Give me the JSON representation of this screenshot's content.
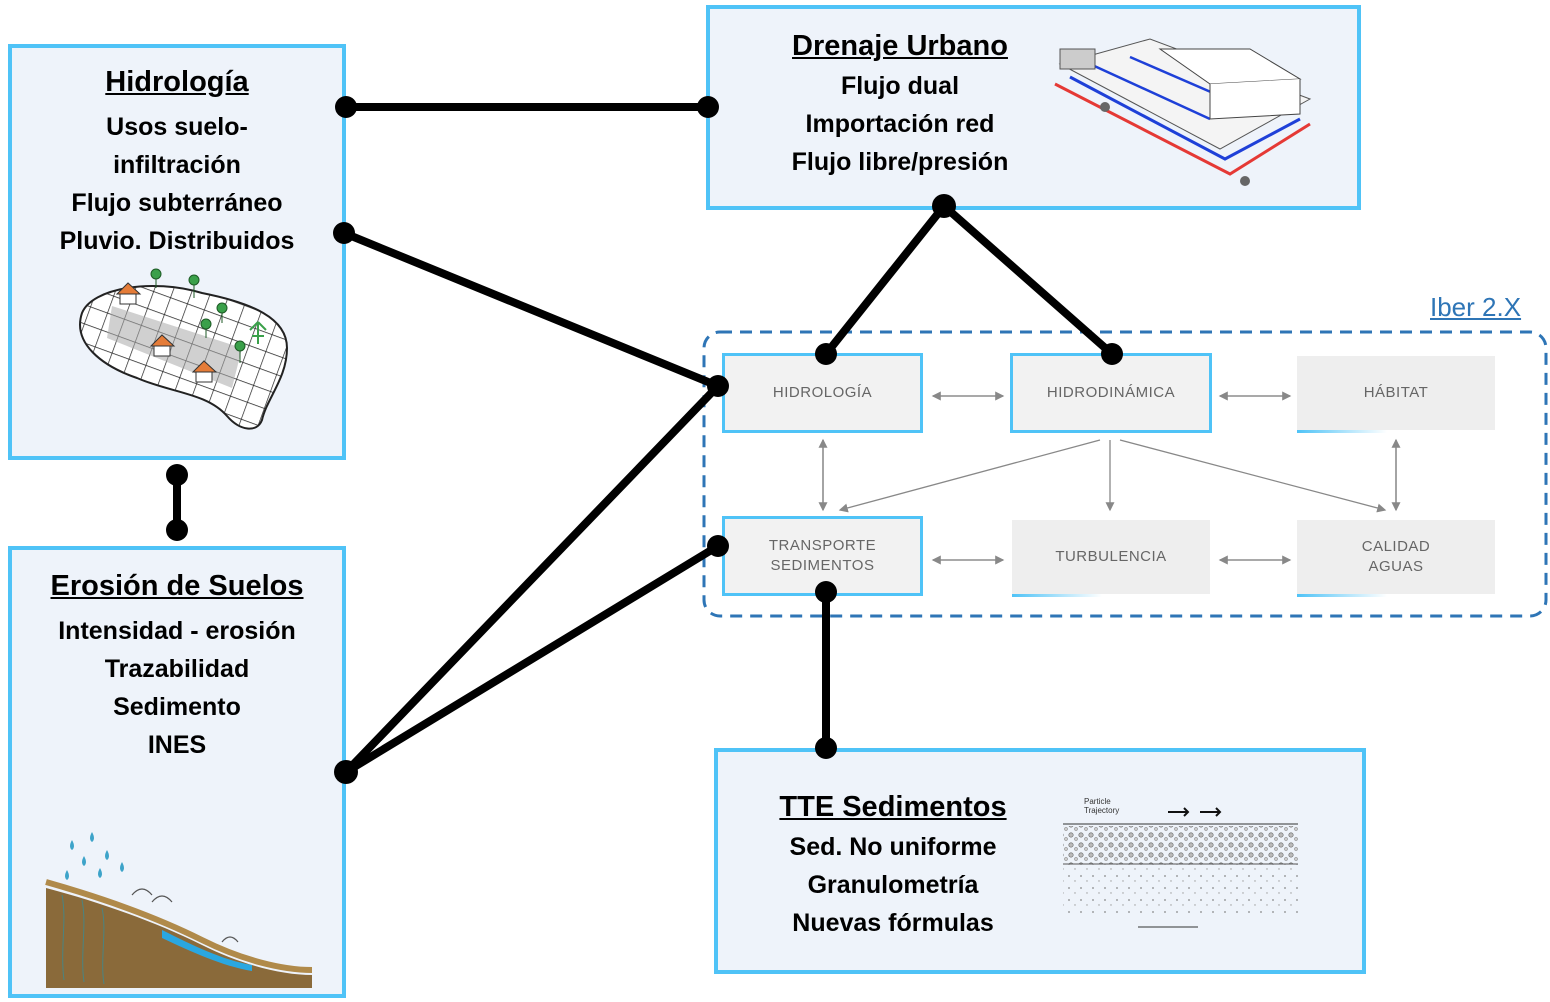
{
  "hidrologia": {
    "title": " Hidrología",
    "lines": [
      "Usos suelo-",
      "infiltración",
      "Flujo subterráneo",
      "Pluvio. Distribuidos"
    ]
  },
  "drenaje": {
    "title": "Drenaje Urbano",
    "lines": [
      "Flujo dual",
      "Importación red",
      "Flujo libre/presión"
    ]
  },
  "erosion": {
    "title": "Erosión de Suelos",
    "lines": [
      "Intensidad - erosión",
      "Trazabilidad",
      "Sedimento",
      "INES"
    ]
  },
  "tte": {
    "title": "TTE Sedimentos",
    "lines": [
      "Sed. No uniforme",
      "Granulometría",
      "Nuevas fórmulas"
    ]
  },
  "iber": {
    "label": "Iber 2.X",
    "nodes": {
      "hidrologia": "HIDROLOGÍA",
      "hidrodinamica": "HIDRODINÁMICA",
      "habitat": "HÁBITAT",
      "transporte_1": "TRANSPORTE",
      "transporte_2": "SEDIMENTOS",
      "turbulencia": "TURBULENCIA",
      "calidad_1": "CALIDAD",
      "calidad_2": "AGUAS"
    }
  },
  "tte_figure": {
    "particle_label": "Particle",
    "trajectory_label": "Trajectory"
  },
  "colors": {
    "panel_border": "#4fc3f7",
    "iber_dashed": "#2e75b6",
    "connector": "#000000"
  }
}
